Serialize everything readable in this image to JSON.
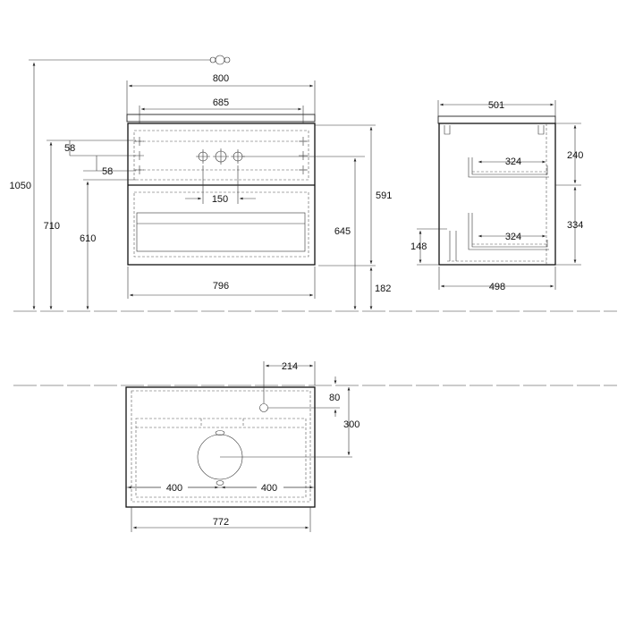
{
  "front_view": {
    "overall_height": "1050",
    "height_710": "710",
    "height_610": "610",
    "width_800": "800",
    "width_685": "685",
    "gap_58_top": "58",
    "gap_58_bottom": "58",
    "tap_spacing": "150",
    "height_591": "591",
    "height_645": "645",
    "plinth_182": "182",
    "width_796": "796"
  },
  "side_view": {
    "depth_501": "501",
    "depth_498": "498",
    "inner_324_top": "324",
    "inner_324_bottom": "324",
    "height_240": "240",
    "height_334": "334",
    "height_148": "148"
  },
  "plan_view": {
    "offset_214": "214",
    "offset_80": "80",
    "depth_300": "300",
    "half_400_left": "400",
    "half_400_right": "400",
    "width_772": "772"
  }
}
